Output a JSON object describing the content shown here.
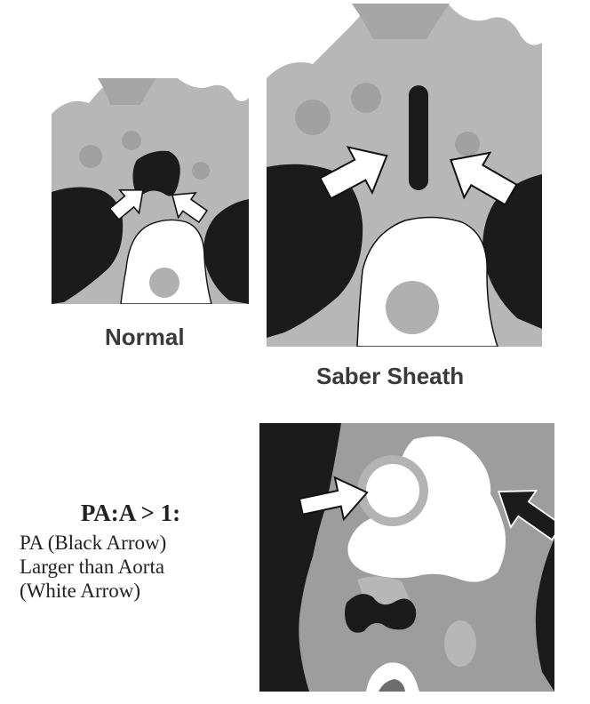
{
  "panels": {
    "normal": {
      "caption": "Normal"
    },
    "saber_sheath": {
      "caption": "Saber Sheath"
    },
    "pa_aorta": {
      "title": "PA:A > 1:",
      "lines": [
        "PA (Black Arrow)",
        "Larger than Aorta",
        "(White Arrow)"
      ]
    }
  },
  "colors": {
    "lung": "#1b1b1b",
    "mediastinum": "#b7b7b7",
    "soft_tissue": "#9d9d9d",
    "vessel_white": "#ffffff",
    "arrow_white": "#ffffff",
    "arrow_black": "#1b1b1b"
  }
}
